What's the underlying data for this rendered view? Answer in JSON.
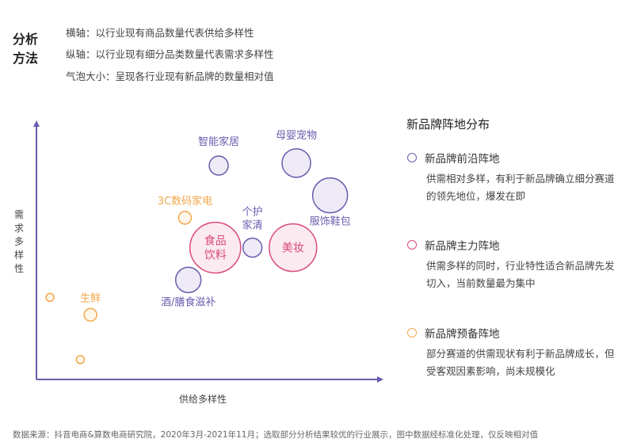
{
  "method": {
    "title": "分析方法",
    "lines": [
      "横轴：以行业现有商品数量代表供给多样性",
      "纵轴：以行业现有细分品类数量代表需求多样性",
      "气泡大小：呈现各行业现有新品牌的数量相对值"
    ]
  },
  "legend": {
    "title": "新品牌阵地分布",
    "items": [
      {
        "label": "新品牌前沿阵地",
        "color": "#6a5cae",
        "desc": "供需相对多样，有利于新品牌确立细分赛道的领先地位，爆发在即"
      },
      {
        "label": "新品牌主力阵地",
        "color": "#d94a7a",
        "desc": "供需多样的同时，行业特性适合新品牌先发切入，当前数量最为集中"
      },
      {
        "label": "新品牌预备阵地",
        "color": "#f0a74a",
        "desc": "部分赛道的供需现状有利于新品牌成长，但受客观因素影响，尚未规模化"
      }
    ]
  },
  "colors": {
    "frontier": "#6a5cae",
    "frontier_fill": "#eeeaf6",
    "main": "#d94a7a",
    "main_fill": "#fbeaf0",
    "prep": "#f0a74a",
    "prep_fill": "#fff6ea",
    "axis_start": "#f0a74a",
    "axis_end": "#6a5cae"
  },
  "source": "数据来源：抖音电商&算数电商研究院，2020年3月-2021年11月；选取部分分析结果较优的行业展示，图中数据经标准化处理，仅反映相对值",
  "chart_data": {
    "type": "scatter",
    "xlabel": "供给多样性",
    "ylabel": "需求多样性",
    "xlim": [
      0,
      100
    ],
    "ylim": [
      0,
      100
    ],
    "grid": false,
    "points": [
      {
        "label": "智能家居",
        "x": 54,
        "y": 86,
        "size": 12,
        "group": "frontier"
      },
      {
        "label": "母婴宠物",
        "x": 77,
        "y": 87,
        "size": 18,
        "group": "frontier"
      },
      {
        "label": "服饰鞋包",
        "x": 87,
        "y": 74,
        "size": 22,
        "group": "frontier"
      },
      {
        "label": "个护家清",
        "x": 64,
        "y": 53,
        "size": 12,
        "group": "frontier"
      },
      {
        "label": "酒/膳食滋补",
        "x": 45,
        "y": 40,
        "size": 16,
        "group": "frontier"
      },
      {
        "label": "食品饮料",
        "x": 53,
        "y": 53,
        "size": 32,
        "group": "main"
      },
      {
        "label": "美妆",
        "x": 76,
        "y": 53,
        "size": 30,
        "group": "main"
      },
      {
        "label": "3C数码家电",
        "x": 44,
        "y": 65,
        "size": 8,
        "group": "prep"
      },
      {
        "label": "生鲜",
        "x": 16,
        "y": 26,
        "size": 8,
        "group": "prep"
      },
      {
        "label": "",
        "x": 4,
        "y": 33,
        "size": 5,
        "group": "prep"
      },
      {
        "label": "",
        "x": 13,
        "y": 8,
        "size": 5,
        "group": "prep"
      }
    ]
  }
}
